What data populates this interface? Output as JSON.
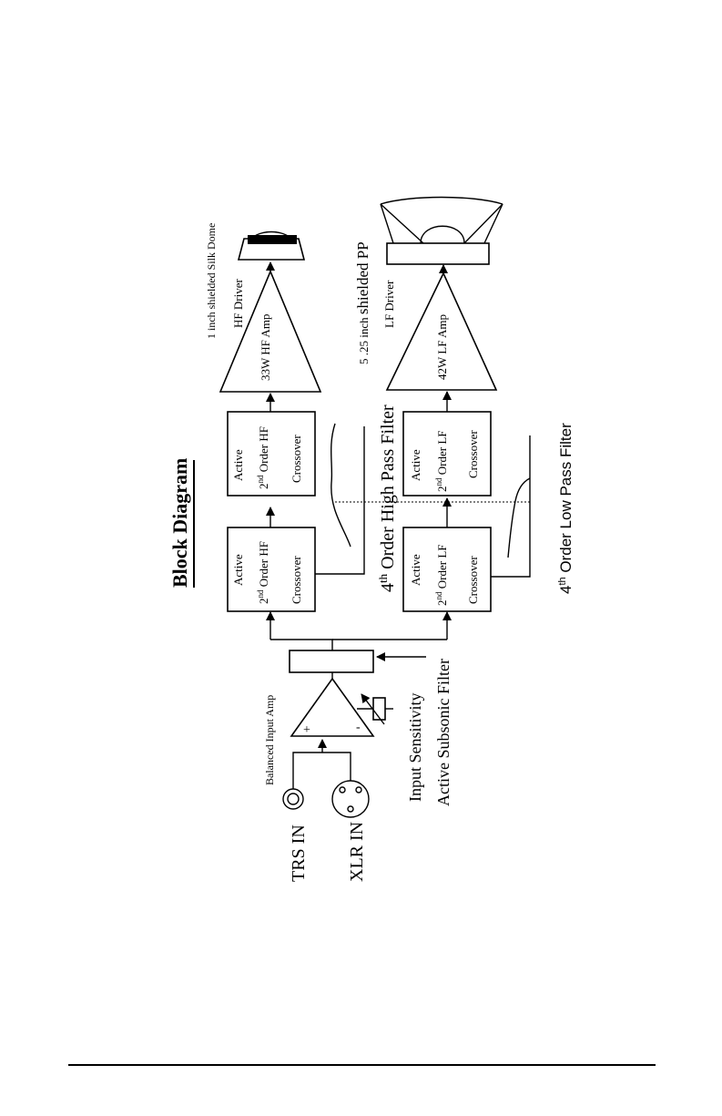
{
  "title": "Block Diagram",
  "inputs": {
    "trs": "TRS IN",
    "xlr": "XLR IN"
  },
  "input_amp": {
    "label": "Balanced  Input Amp",
    "plus": "+",
    "minus": "-"
  },
  "controls": {
    "sensitivity": "Input Sensitivity",
    "subsonic": "Active Subsonic Filter"
  },
  "hf_chain": {
    "xover1": {
      "line1": "Active",
      "order_prefix": "2",
      "order_sup": "nd",
      "order_rest": "  Order  HF",
      "line3": "Crossover"
    },
    "xover2": {
      "line1": "Active",
      "order_prefix": "2",
      "order_sup": "nd",
      "order_rest": " Order HF",
      "line3": "Crossover"
    },
    "filter": {
      "prefix": "4",
      "sup": "th",
      "rest": " Order High Pass Filter"
    },
    "amp": "33W  HF  Amp",
    "driver_type": "HF  Driver",
    "driver_desc": "1 inch shielded Silk Dome"
  },
  "lf_chain": {
    "xover1": {
      "line1": "Active",
      "order_prefix": "2",
      "order_sup": "nd",
      "order_rest": "  Order  LF",
      "line3": "Crossover"
    },
    "xover2": {
      "line1": "Active",
      "order_prefix": "2",
      "order_sup": "nd",
      "order_rest": " Order LF",
      "line3": "Crossover"
    },
    "filter": {
      "prefix": "4",
      "sup": "th",
      "rest": " Order Low Pass Filter"
    },
    "amp": "42W  LF  Amp",
    "driver_type": "LF Driver",
    "driver_desc_small": "5 .25 inch ",
    "driver_desc_large": "shielded PP"
  }
}
